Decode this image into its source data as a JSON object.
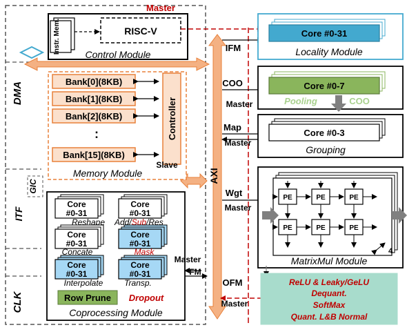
{
  "colors": {
    "red": "#c00000",
    "orange": "#f4b183",
    "orange_fill": "#fbe0cc",
    "orange_stroke": "#e8803a",
    "blue": "#43a9cf",
    "light_blue": "#a6d8f5",
    "green": "#8ab55c",
    "green_light": "#a9d18e",
    "teal_box": "#a8dccc",
    "gray": "#808080"
  },
  "left_labels": {
    "dma": "DMA",
    "gic": "GIC",
    "itf": "ITF",
    "clk": "CLK"
  },
  "control": {
    "instr_mem": "Instr. Mem.",
    "riscv": "RISC-V",
    "title": "Control Module"
  },
  "memory": {
    "banks": [
      "Bank[0](8KB)",
      "Bank[1](8KB)",
      "Bank[2](8KB)",
      "Bank[15](8KB)"
    ],
    "dots": ":",
    "controller": "Controller",
    "slave": "Slave",
    "title": "Memory Module"
  },
  "coproc": {
    "core_label": "Core #0-31",
    "core_a": "Core",
    "core_b": "#0-31",
    "ops": {
      "reshape": "Reshape",
      "add": "Add/",
      "sub": "Sub",
      "res": "/Res",
      "concate": "Concate",
      "mask": "Mask",
      "interpolate": "Interpolate",
      "transp": "Transp."
    },
    "row_prune": "Row Prune",
    "dropout": "Dropout",
    "title": "Coprocessing Module"
  },
  "bus": {
    "axi": "AXI",
    "master_top": "Master",
    "ifm": "IFM",
    "coo": "COO",
    "master_1": "Master",
    "map": "Map",
    "master_2": "Master",
    "wgt": "Wgt",
    "master_3": "Master",
    "master_fm": "Master",
    "fm": "FM",
    "ofm": "OFM",
    "master_4": "Master"
  },
  "locality": {
    "core": "Core #0-31",
    "title": "Locality Module"
  },
  "pooling_module": {
    "core": "Core #0-7",
    "pooling": "Pooling",
    "coo": "COO"
  },
  "grouping": {
    "core": "Core #0-3",
    "title": "Grouping"
  },
  "matmul": {
    "pe": "PE",
    "count": "4",
    "title": "MatrixMul Module"
  },
  "activation": {
    "line1a": "ReLU & Leaky/",
    "line1b": "GeLU",
    "line2": "Dequant.",
    "line3": "SoftMax",
    "line4": "Quant. L&B Normal"
  }
}
